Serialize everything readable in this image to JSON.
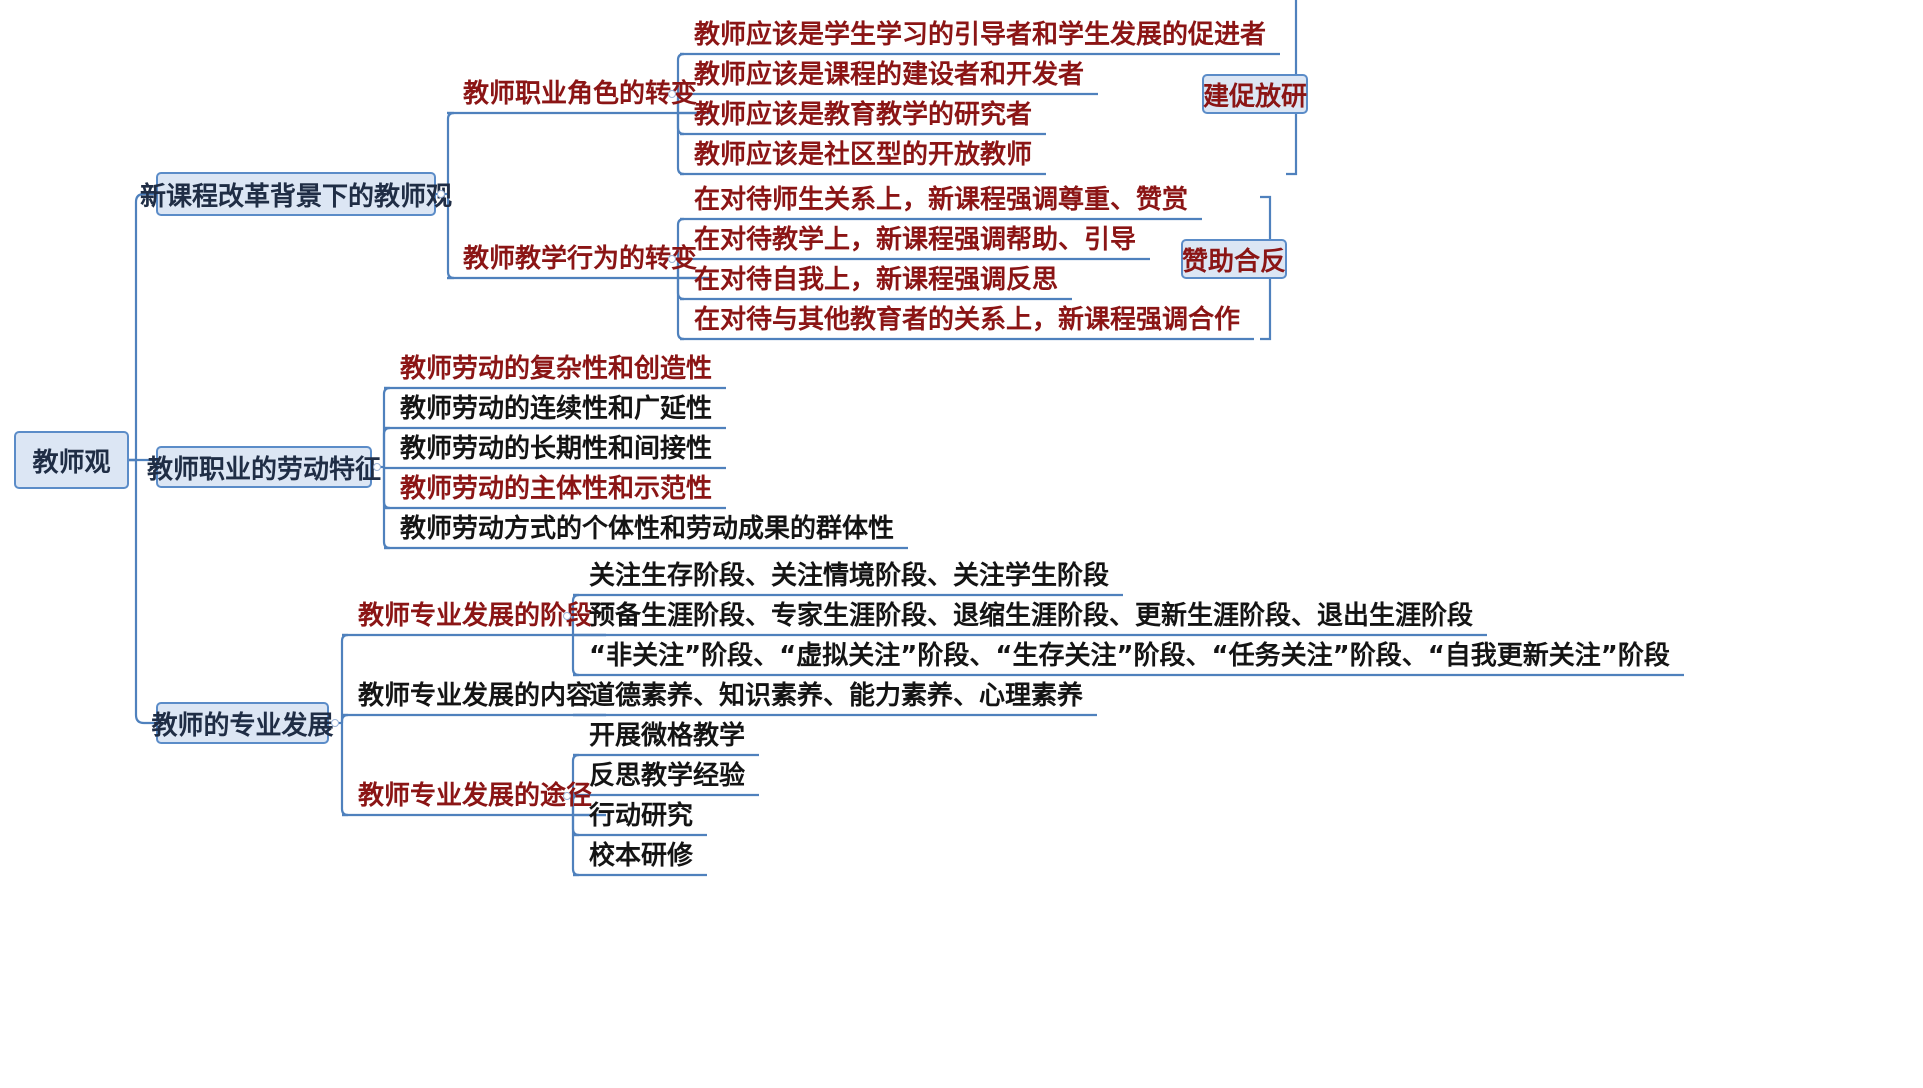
{
  "root": "教师观",
  "sections": [
    {
      "title": "新课程改革背景下的教师观",
      "subs": [
        {
          "title": "教师职业角色的转变",
          "color": "red",
          "leaves": [
            {
              "text": "教师应该是学生学习的引导者和学生发展的促进者",
              "color": "red"
            },
            {
              "text": "教师应该是课程的建设者和开发者",
              "color": "red"
            },
            {
              "text": "教师应该是教育教学的研究者",
              "color": "red"
            },
            {
              "text": "教师应该是社区型的开放教师",
              "color": "red"
            }
          ],
          "summary": "建促放研"
        },
        {
          "title": "教师教学行为的转变",
          "color": "red",
          "leaves": [
            {
              "text": "在对待师生关系上，新课程强调尊重、赞赏",
              "color": "red"
            },
            {
              "text": "在对待教学上，新课程强调帮助、引导",
              "color": "red"
            },
            {
              "text": "在对待自我上，新课程强调反思",
              "color": "red"
            },
            {
              "text": "在对待与其他教育者的关系上，新课程强调合作",
              "color": "red"
            }
          ],
          "summary": "赞助合反"
        }
      ]
    },
    {
      "title": "教师职业的劳动特征",
      "leaves": [
        {
          "text": "教师劳动的复杂性和创造性",
          "color": "red"
        },
        {
          "text": "教师劳动的连续性和广延性",
          "color": "black"
        },
        {
          "text": "教师劳动的长期性和间接性",
          "color": "black"
        },
        {
          "text": "教师劳动的主体性和示范性",
          "color": "red"
        },
        {
          "text": "教师劳动方式的个体性和劳动成果的群体性",
          "color": "black"
        }
      ]
    },
    {
      "title": "教师的专业发展",
      "subs": [
        {
          "title": "教师专业发展的阶段",
          "color": "red",
          "leaves": [
            {
              "text": "关注生存阶段、关注情境阶段、关注学生阶段",
              "color": "black"
            },
            {
              "text": "预备生涯阶段、专家生涯阶段、退缩生涯阶段、更新生涯阶段、退出生涯阶段",
              "color": "black"
            },
            {
              "text": "“非关注”阶段、“虚拟关注”阶段、“生存关注”阶段、“任务关注”阶段、“自我更新关注”阶段",
              "color": "black"
            }
          ]
        },
        {
          "title": "教师专业发展的内容",
          "color": "black",
          "leaves": [
            {
              "text": "道德素养、知识素养、能力素养、心理素养",
              "color": "black"
            }
          ]
        },
        {
          "title": "教师专业发展的途径",
          "color": "red",
          "leaves": [
            {
              "text": "开展微格教学",
              "color": "black"
            },
            {
              "text": "反思教学经验",
              "color": "black"
            },
            {
              "text": "行动研究",
              "color": "black"
            },
            {
              "text": "校本研修",
              "color": "black"
            }
          ]
        }
      ]
    }
  ],
  "colors": {
    "line": "#4f81bd",
    "red_text": "#8b1515",
    "black_text": "#141414",
    "box_fill": "#dce6f4",
    "box_border": "#5b8cc8"
  }
}
